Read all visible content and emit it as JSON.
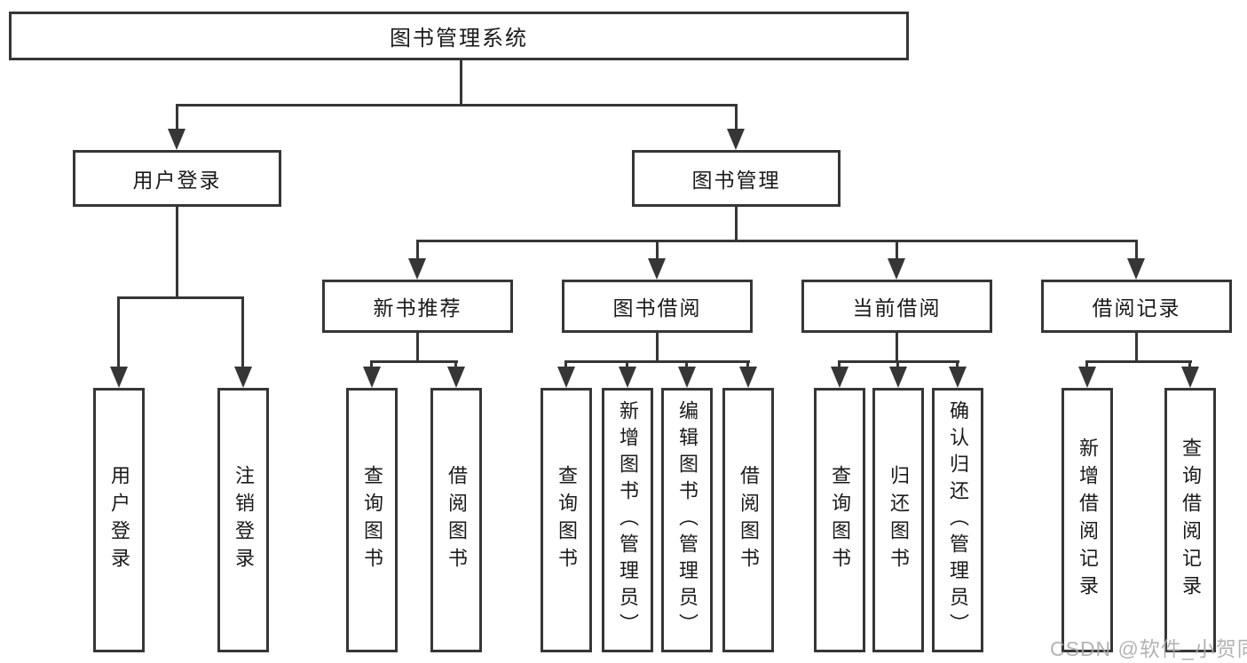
{
  "colors": {
    "line": "#363636",
    "text": "#1a1a1a",
    "watermark": "#a9a9a9",
    "background": "#ffffff"
  },
  "tree": {
    "root": {
      "label": "图书管理系统"
    },
    "branches": [
      {
        "label": "用户登录",
        "children": [
          {
            "label": "用户登录"
          },
          {
            "label": "注销登录"
          }
        ]
      },
      {
        "label": "图书管理",
        "children": [
          {
            "label": "新书推荐",
            "children": [
              {
                "label": "查询图书"
              },
              {
                "label": "借阅图书"
              }
            ]
          },
          {
            "label": "图书借阅",
            "children": [
              {
                "label": "查询图书"
              },
              {
                "label": "新增图书（管理员）"
              },
              {
                "label": "编辑图书（管理员）"
              },
              {
                "label": "借阅图书"
              }
            ]
          },
          {
            "label": "当前借阅",
            "children": [
              {
                "label": "查询图书"
              },
              {
                "label": "归还图书"
              },
              {
                "label": "确认归还（管理员）"
              }
            ]
          },
          {
            "label": "借阅记录",
            "children": [
              {
                "label": "新增借阅记录"
              },
              {
                "label": "查询借阅记录"
              }
            ]
          }
        ]
      }
    ]
  },
  "watermark": {
    "text": "CSDN @软件_小贺同学"
  }
}
